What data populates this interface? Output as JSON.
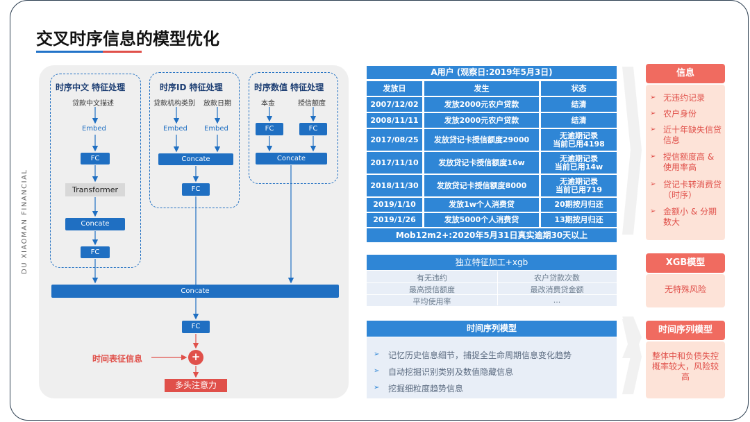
{
  "title": "交叉时序信息的模型优化",
  "side_text": "DU XIAOMAN FINANCIAL",
  "diagram": {
    "group1": {
      "title": "时序中文 特征处理",
      "input": "贷款中文描述",
      "embed": "Embed",
      "fc1": "FC",
      "transformer": "Transformer",
      "concate": "Concate",
      "fc2": "FC"
    },
    "group2": {
      "title": "时序ID 特征处理",
      "input1": "贷款机构类别",
      "input2": "放款日期",
      "embed1": "Embed",
      "embed2": "Embed",
      "concate": "Concate",
      "fc": "FC"
    },
    "group3": {
      "title": "时序数值 特征处理",
      "input1": "本金",
      "input2": "授信额度",
      "fc1": "FC",
      "fc2": "FC",
      "concate": "Concate"
    },
    "concate_main": "Concate",
    "fc_main": "FC",
    "time_label": "时间表征信息",
    "plus": "+",
    "attention": "多头注意力"
  },
  "table": {
    "title": "A用户 (观察日:2019年5月3日)",
    "headers": [
      "发放日",
      "发生",
      "状态"
    ],
    "rows": [
      [
        "2007/12/02",
        "发放2000元农户贷款",
        "结清"
      ],
      [
        "2008/11/11",
        "发放2000元农户贷款",
        "结清"
      ],
      [
        "2017/08/25",
        "发放贷记卡授信额度29000",
        "无逾期记录\n当前已用4198"
      ],
      [
        "2017/11/10",
        "发放贷记卡授信额度16w",
        "无逾期记录\n当前已用14w"
      ],
      [
        "2018/11/30",
        "发放贷记卡授信额度8000",
        "无逾期记录\n当前已用719"
      ],
      [
        "2019/1/10",
        "发放1w个人消费贷",
        "20期按月归还"
      ],
      [
        "2019/1/26",
        "发放5000个人消费贷",
        "13期按月归还"
      ]
    ],
    "footer": "Mob12m2+:2020年5月31日真实逾期30天以上"
  },
  "features": {
    "title": "独立特征加工+xgb",
    "items": [
      "有无违约",
      "农户贷款次数",
      "最高授信额度",
      "最改消费贷金额",
      "平均使用率",
      "..."
    ]
  },
  "ts_model": {
    "title": "时间序列模型",
    "items": [
      "记忆历史信息细节，捕捉全生命周期信息变化趋势",
      "自动挖掘识别类别及数值隐藏信息",
      "挖掘细粒度趋势信息"
    ]
  },
  "right": {
    "info": {
      "title": "信息",
      "items": [
        "无违约记录",
        "农户身份",
        "近十年缺失信贷信息",
        "授信额度高 & 使用率高",
        "贷记卡转消费贷（时序）",
        "金额小 & 分期数大"
      ]
    },
    "xgb": {
      "title": "XGB模型",
      "text": "无特殊风险"
    },
    "ts": {
      "title": "时间序列模型",
      "text": "整体中和负债失控概率较大，风险较高"
    }
  },
  "colors": {
    "accent_blue": "#1f6fc2",
    "table_blue": "#2f86d6",
    "accent_red": "#e0504a",
    "salmon": "#f06b60",
    "light_salmon": "#fde3d8"
  }
}
